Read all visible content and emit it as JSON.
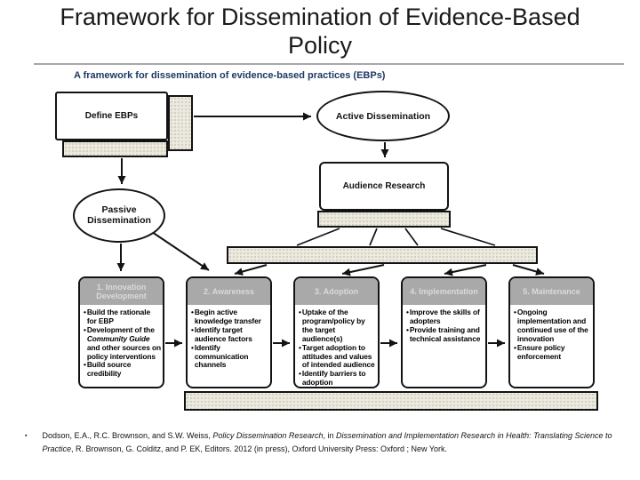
{
  "slide": {
    "title_line1": "Framework for Dissemination of Evidence-Based",
    "title_line2": "Policy"
  },
  "bullet": "•",
  "colors": {
    "diagram_heading_blue": "#1f3864",
    "stage_header_gray": "#a9a9a9",
    "shadow_fill": "#eceadf",
    "line_black": "#131313"
  },
  "diagram": {
    "heading": "A framework for dissemination of evidence-based practices (EBPs)",
    "define_box": "Define EBPs",
    "active_ellipse": "Active Dissemination",
    "passive_ellipse": "Passive Dissemination",
    "audience_box": "Audience Research",
    "stages": [
      {
        "title": "1. Innovation Development",
        "bullet1": "Build the rationale for EBP",
        "bullet2_pre": "Development of the ",
        "bullet2_italic": "Community Guide",
        "bullet2_post": " and other sources on policy interventions",
        "bullet3": "Build source credibility"
      },
      {
        "title": "2. Awareness",
        "bullet1": "Begin active knowledge transfer",
        "bullet2": "Identify target audience factors",
        "bullet3": "Identify communication channels"
      },
      {
        "title": "3. Adoption",
        "bullet1": "Uptake of the program/policy by the target audience(s)",
        "bullet2": "Target adoption to attitudes and values of intended audience",
        "bullet3": "Identify barriers to adoption"
      },
      {
        "title": "4. Implementation",
        "bullet1": "Improve the skills of adopters",
        "bullet2": "Provide training and technical assistance"
      },
      {
        "title": "5. Maintenance",
        "bullet1": "Ongoing implementation and continued use of the innovation",
        "bullet2": "Ensure policy enforcement"
      }
    ]
  },
  "citation": {
    "bullet": "▪",
    "p1": "Dodson, E.A., R.C. Brownson, and S.W. Weiss, ",
    "t1": "Policy Dissemination Research",
    "p2": ", in ",
    "t2": "Dissemination and Implementation Research in Health: Translating Science to Practice",
    "p3": ", R. Brownson, G. Colditz, and P. EK, Editors. 2012 (in press), Oxford University Press: Oxford ; New York."
  }
}
